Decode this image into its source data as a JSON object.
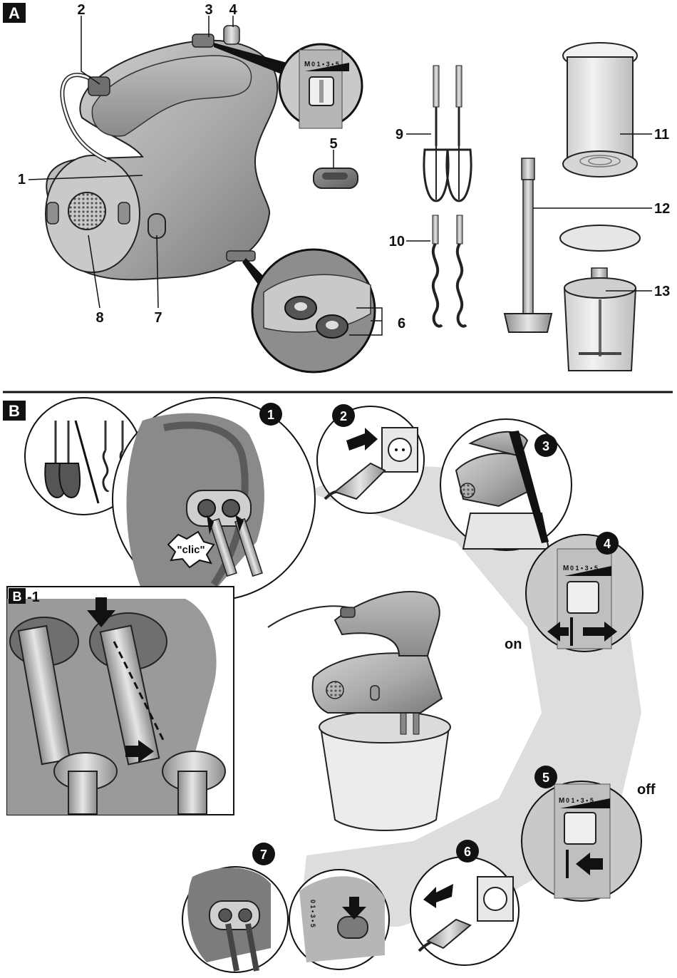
{
  "section_a": {
    "tag": "A",
    "callouts": [
      "1",
      "2",
      "3",
      "4",
      "5",
      "6",
      "7",
      "8",
      "9",
      "10",
      "11",
      "12",
      "13"
    ]
  },
  "section_b": {
    "tag": "B",
    "inset_tag": "B",
    "inset_suffix": "-1",
    "step_numbers": [
      "1",
      "2",
      "3",
      "4",
      "5",
      "6",
      "7"
    ],
    "clic_label": "\"clic\"",
    "on_label": "on",
    "off_label": "off"
  },
  "switch_scale": {
    "left": "M",
    "marks": "0 1 • 3 • 5"
  },
  "colors": {
    "device_body": "#a9a9a9",
    "device_shade": "#7d7d7d",
    "ink": "#111111",
    "background": "#ffffff",
    "glass": "#e4e4e4"
  }
}
